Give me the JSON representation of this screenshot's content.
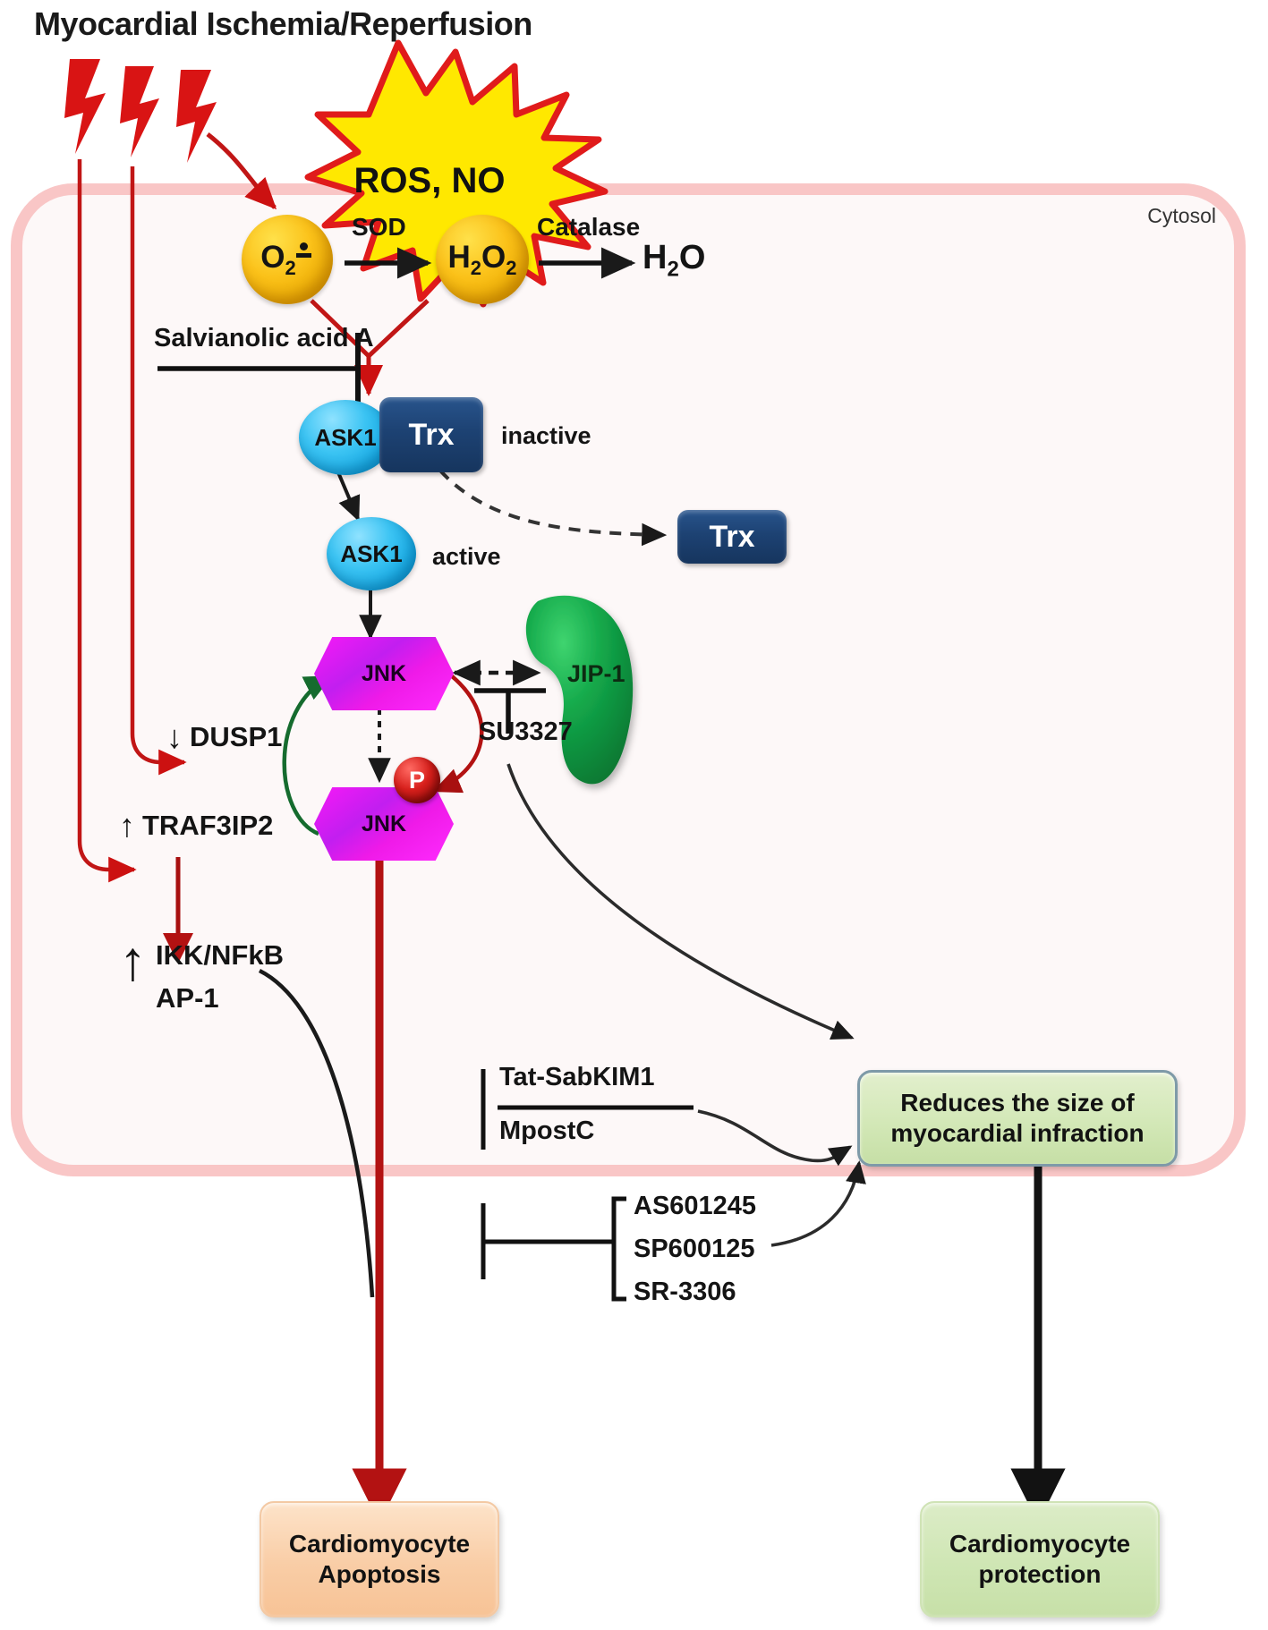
{
  "title": "Myocardial Ischemia/Reperfusion",
  "compartment_label": "Cytosol",
  "burst": {
    "label": "ROS, NO"
  },
  "ros": {
    "superoxide": "O",
    "superoxide_sub": "2",
    "hydrogen_peroxide": "H",
    "hydrogen_peroxide_sub1": "2",
    "hydrogen_peroxide_mid": "O",
    "hydrogen_peroxide_sub2": "2",
    "enzyme_sod": "SOD",
    "enzyme_catalase": "Catalase",
    "water": "H",
    "water_sub": "2",
    "water_tail": "O"
  },
  "inhibitors": {
    "salvianolic": "Salvianolic acid A",
    "su3327": "SU3327",
    "tat_sabkim1": "Tat-SabKIM1",
    "mpostc": "MpostC",
    "jnk_inhibitors": [
      "AS601245",
      "SP600125",
      "SR-3306"
    ]
  },
  "nodes": {
    "ask1_inactive": "ASK1",
    "trx_bound": "Trx",
    "state_inactive": "inactive",
    "ask1_active": "ASK1",
    "state_active": "active",
    "trx_free": "Trx",
    "jnk": "JNK",
    "jnk_phospho": "JNK",
    "phospho_marker": "P",
    "jip1": "JIP-1",
    "dusp1": "DUSP1",
    "dusp1_direction": "↓",
    "traf3ip2": "TRAF3IP2",
    "traf3ip2_direction": "↑",
    "ikk_nfkb": "IKK/NFkB",
    "ap1": "AP-1",
    "ikk_direction": "↑"
  },
  "outcomes": {
    "reduces_infarct_line1": "Reduces the size of",
    "reduces_infarct_line2": "myocardial infraction",
    "apoptosis_line1": "Cardiomyocyte",
    "apoptosis_line2": "Apoptosis",
    "protection_line1": "Cardiomyocyte",
    "protection_line2": "protection"
  },
  "colors": {
    "stress_red": "#cc1111",
    "membrane_pink": "#f9c6c6",
    "ros_yellow": "#fbc21a",
    "ask1_blue": "#14a8e3",
    "trx_navy": "#1d4273",
    "jnk_magenta": "#ef1ae8",
    "jip1_green": "#0f9c44",
    "phospho_red": "#d8201c",
    "outcome_green": "#d3e8b7",
    "outcome_orange": "#f9cda6",
    "burst_yellow": "#ffe800"
  }
}
